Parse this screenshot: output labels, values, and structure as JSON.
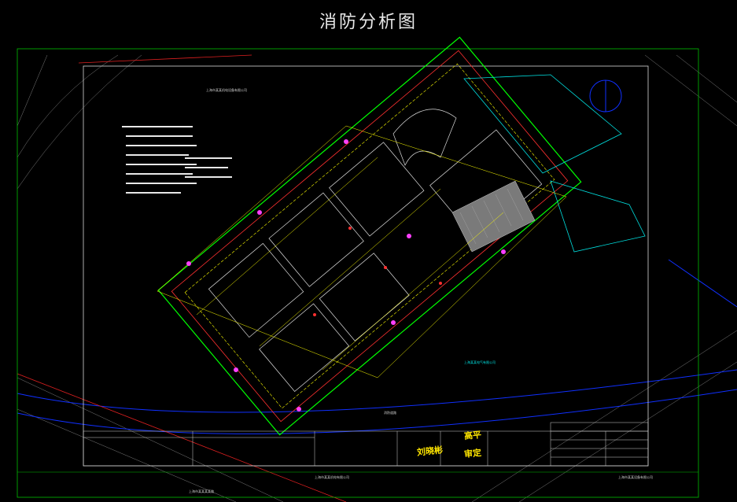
{
  "title": "消防分析图",
  "plan_labels": {
    "north_company": "上海市某某机电设备有限公司",
    "bottom_company_left": "上海市某某机电有限公司",
    "bottom_company_right": "上海市某某设备有限公司",
    "bottom_left_label": "上海市某某某某路",
    "park_company": "上海某某电气有限公司",
    "fire_zone": "消防道路"
  },
  "stamps": {
    "stamp_1": "高平",
    "stamp_2": "刘晓彬",
    "stamp_3": "审定"
  },
  "colors": {
    "background": "#000000",
    "boundary": "#00ff00",
    "road": "#ff2020",
    "water": "#0000ff",
    "fire_line": "#ffff00",
    "building": "#00ffff",
    "grid": "#ffffff"
  }
}
